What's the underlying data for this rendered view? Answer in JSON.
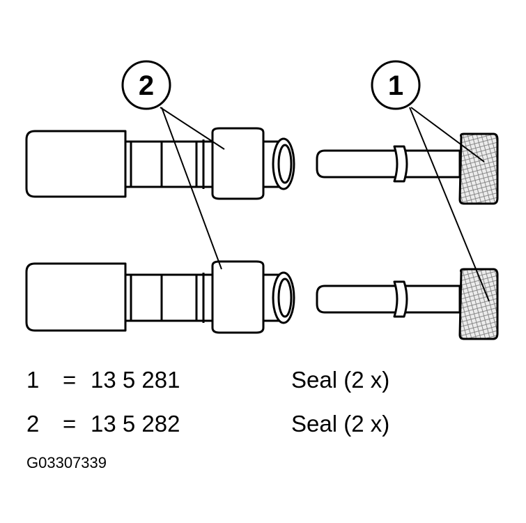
{
  "callouts": [
    {
      "number": "2"
    },
    {
      "number": "1"
    }
  ],
  "legend": [
    {
      "number": "1",
      "equals": "=",
      "part_number": "13 5 281",
      "description": "Seal (2 x)"
    },
    {
      "number": "2",
      "equals": "=",
      "part_number": "13 5 282",
      "description": "Seal (2 x)"
    }
  ],
  "figure_id": "G03307339",
  "colors": {
    "line": "#000000",
    "background": "#ffffff",
    "shade": "#d9d9d9"
  }
}
